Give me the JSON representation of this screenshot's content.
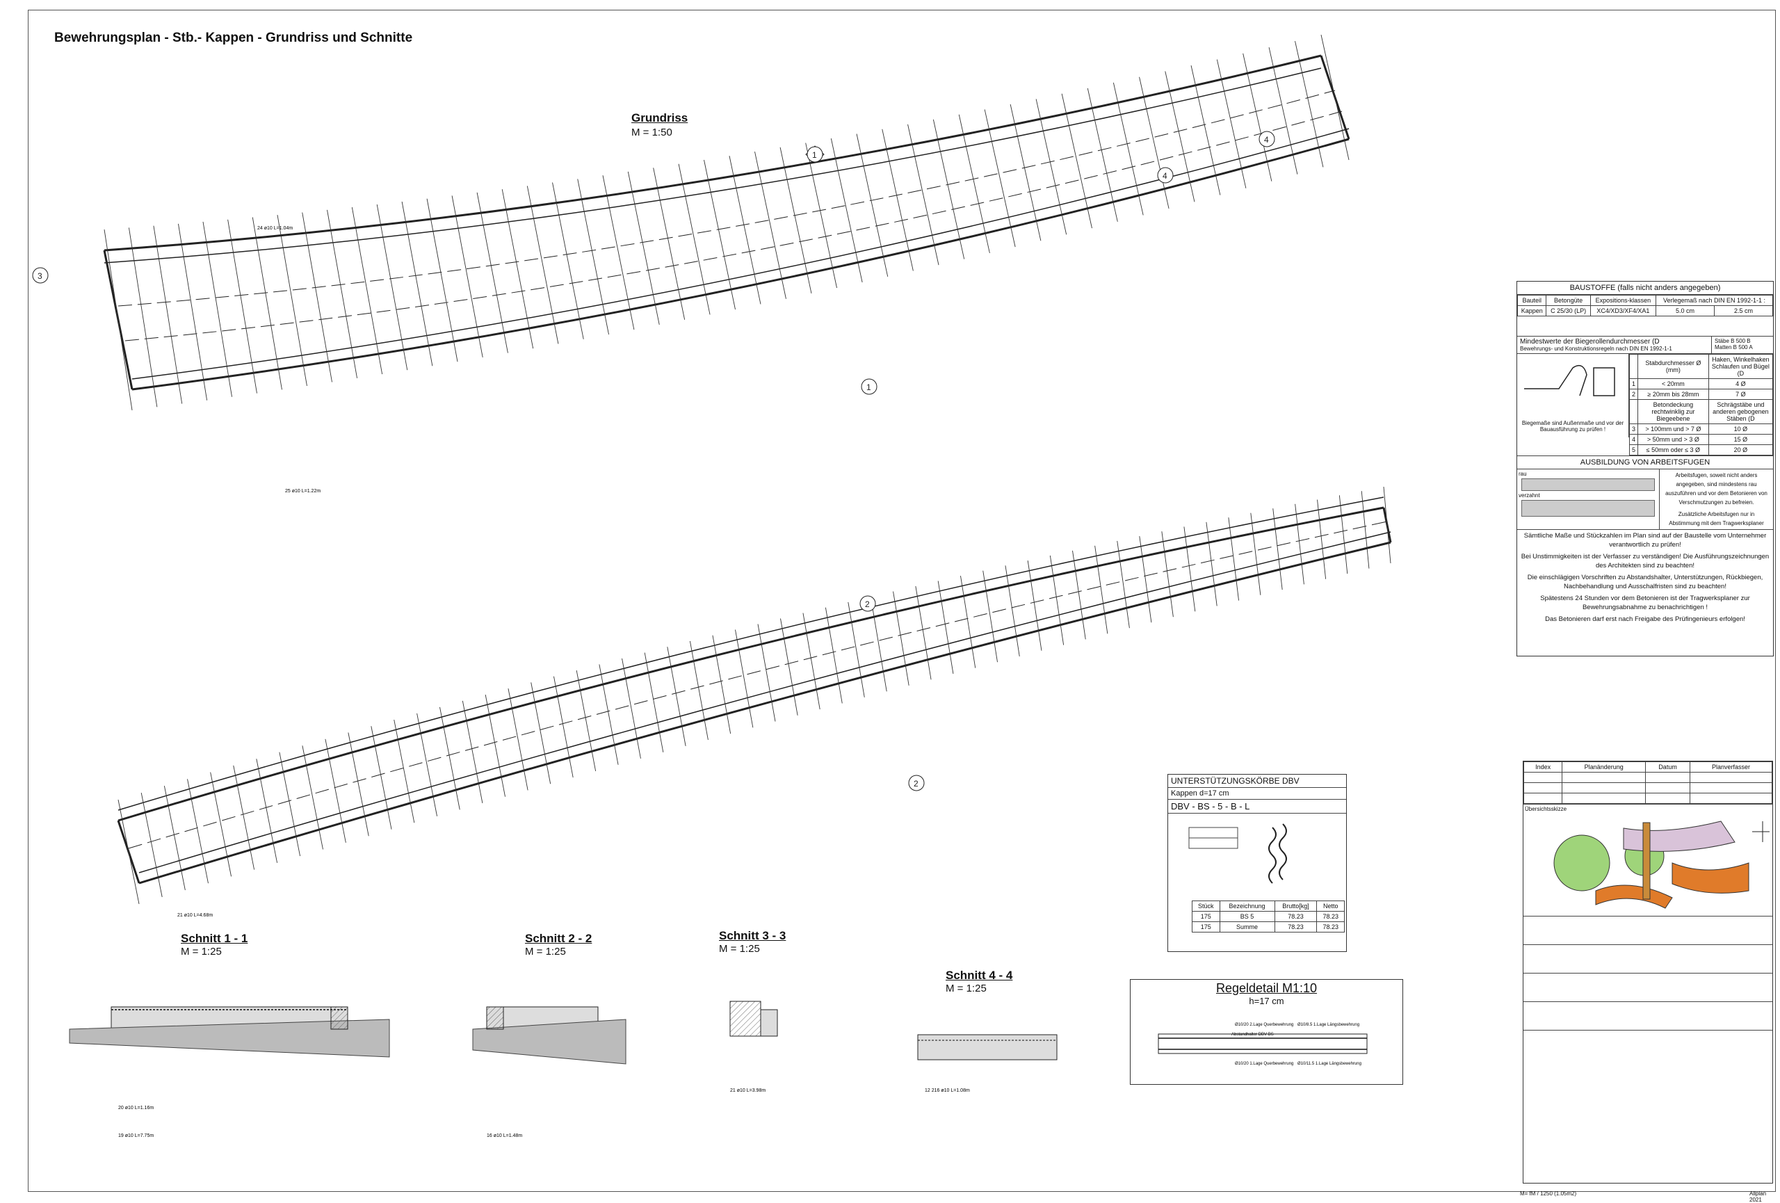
{
  "drawing": {
    "title": "Bewehrungsplan - Stb.- Kappen - Grundriss und Schnitte"
  },
  "views": {
    "grundriss": {
      "title": "Grundriss",
      "scale": "M = 1:50"
    },
    "schnitt11": {
      "title": "Schnitt 1 - 1",
      "scale": "M = 1:25"
    },
    "schnitt22": {
      "title": "Schnitt 2 - 2",
      "scale": "M = 1:25"
    },
    "schnitt33": {
      "title": "Schnitt 3 - 3",
      "scale": "M = 1:25"
    },
    "schnitt44": {
      "title": "Schnitt 4 - 4",
      "scale": "M = 1:25"
    }
  },
  "section_markers": [
    "1",
    "1",
    "2",
    "2",
    "3",
    "4",
    "4"
  ],
  "baustoffe": {
    "title": "BAUSTOFFE (falls nicht anders angegeben)",
    "headers": [
      "Bauteil",
      "Betongüte",
      "Expositions-klassen",
      "Verlegemaß nach DIN EN 1992-1-1 :"
    ],
    "row": [
      "Kappen",
      "C 25/30 (LP)",
      "XC4/XD3/XF4/XA1",
      "5.0 cm",
      "2.5 cm"
    ]
  },
  "biegerollen": {
    "title": "Mindestwerte der Biegerollendurchmesser (D",
    "subtitle": "Bewehrungs- und Konstruktionsregeln nach DIN EN 1992-1-1",
    "steel1": "Stäbe B 500 B",
    "steel2": "Matten B 500 A",
    "col1": "Stabdurchmesser Ø (mm)",
    "col2": "Haken, Winkelhaken Schlaufen und Bügel (D",
    "col3": "Betondeckung rechtwinklig zur Biegeebene",
    "col4": "Schrägstäbe und anderen gebogenen Stäben (D",
    "rows": [
      {
        "n": "1",
        "a": "< 20mm",
        "b": "4 Ø"
      },
      {
        "n": "2",
        "a": "≥ 20mm bis 28mm",
        "b": "7 Ø"
      },
      {
        "n": "3",
        "a": "> 100mm und > 7 Ø",
        "b": "10 Ø"
      },
      {
        "n": "4",
        "a": "> 50mm und > 3 Ø",
        "b": "15 Ø"
      },
      {
        "n": "5",
        "a": "≤ 50mm oder ≤ 3 Ø",
        "b": "20 Ø"
      }
    ],
    "note": "Biegemaße sind Außenmaße und vor der Bauausführung zu prüfen !"
  },
  "arbeitsfugen": {
    "title": "AUSBILDUNG VON ARBEITSFUGEN",
    "rau": "rau",
    "verzahnt": "verzahnt",
    "text1": "Arbeitsfugen, soweit nicht anders angegeben, sind mindestens rau auszuführen und vor dem Betonieren von Verschmutzungen zu befreien.",
    "text2": "Zusätzliche Arbeitsfugen nur in Abstimmung mit dem Tragwerksplaner"
  },
  "notes": [
    "Sämtliche Maße und Stückzahlen im Plan sind auf der Baustelle vom Unternehmer verantwortlich zu prüfen!",
    "Bei Unstimmigkeiten ist der Verfasser zu verständigen! Die Ausführungszeichnungen des Architekten sind zu beachten!",
    "Die einschlägigen Vorschriften zu Abstandshalter, Unterstützungen, Rückbiegen, Nachbehandlung und Ausschalfristen sind zu beachten!",
    "Spätestens 24 Stunden vor dem Betonieren ist der Tragwerksplaner zur Bewehrungsabnahme zu benachrichtigen !",
    "Das Betonieren darf erst nach Freigabe des Prüfingenieurs erfolgen!"
  ],
  "revision": {
    "headers": [
      "Index",
      "Planänderung",
      "Datum",
      "Planverfasser"
    ],
    "overview_label": "Übersichtsskizze"
  },
  "dbv": {
    "title": "UNTERSTÜTZUNGSKÖRBE DBV",
    "line1": "Kappen d=17 cm",
    "line2": "DBV - BS - 5 - B - L",
    "table_headers": [
      "Stück",
      "Bezeichnung",
      "Brutto[kg]",
      "Netto"
    ],
    "rows": [
      [
        "175",
        "BS 5",
        "78.23",
        "78.23"
      ],
      [
        "175",
        "Summe",
        "78.23",
        "78.23"
      ]
    ]
  },
  "regeldetail": {
    "title": "Regeldetail M1:10",
    "subtitle": "h=17 cm",
    "labels": [
      "Ø10/20 2.Lage Querbewehrung",
      "Ø10/8.5 1.Lage Längsbewehrung",
      "Abstandhalter DBV-BS",
      "Ø10/20 1.Lage Querbewehrung",
      "Ø10/11.5 1.Lage Längsbewehrung"
    ]
  },
  "bar_marks": {
    "a": "24 ø10 L=1.04m",
    "b": "25 ø10 L=1.22m",
    "c": "21 ø10 L=4.68m",
    "d": "20 ø10 L=1.16m",
    "e": "19 ø10 L=7.75m",
    "f": "16 ø10 L=1.48m",
    "g": "21 ø10 L=3.98m",
    "h": "12 216 ø10 L=1.08m"
  },
  "footer": {
    "left": "M= fM / 1250 (1.05m2)",
    "right": "Allplan 2021"
  }
}
